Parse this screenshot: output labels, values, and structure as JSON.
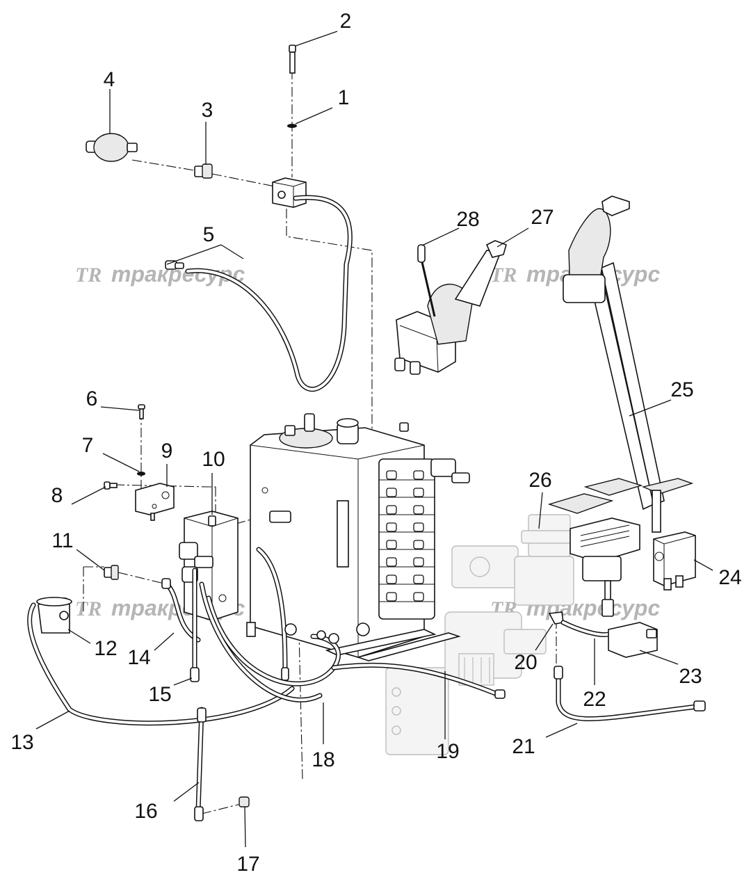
{
  "watermark": {
    "logo": "TR",
    "text": "тракресурс"
  },
  "callouts": [
    {
      "id": "1",
      "label": "1"
    },
    {
      "id": "2",
      "label": "2"
    },
    {
      "id": "3",
      "label": "3"
    },
    {
      "id": "4",
      "label": "4"
    },
    {
      "id": "5",
      "label": "5"
    },
    {
      "id": "6",
      "label": "6"
    },
    {
      "id": "7",
      "label": "7"
    },
    {
      "id": "8",
      "label": "8"
    },
    {
      "id": "9",
      "label": "9"
    },
    {
      "id": "10",
      "label": "10"
    },
    {
      "id": "11",
      "label": "11"
    },
    {
      "id": "12",
      "label": "12"
    },
    {
      "id": "13",
      "label": "13"
    },
    {
      "id": "14",
      "label": "14"
    },
    {
      "id": "15",
      "label": "15"
    },
    {
      "id": "16",
      "label": "16"
    },
    {
      "id": "17",
      "label": "17"
    },
    {
      "id": "18",
      "label": "18"
    },
    {
      "id": "19",
      "label": "19"
    },
    {
      "id": "20",
      "label": "20"
    },
    {
      "id": "21",
      "label": "21"
    },
    {
      "id": "22",
      "label": "22"
    },
    {
      "id": "23",
      "label": "23"
    },
    {
      "id": "24",
      "label": "24"
    },
    {
      "id": "25",
      "label": "25"
    },
    {
      "id": "26",
      "label": "26"
    },
    {
      "id": "27",
      "label": "27"
    },
    {
      "id": "28",
      "label": "28"
    }
  ]
}
